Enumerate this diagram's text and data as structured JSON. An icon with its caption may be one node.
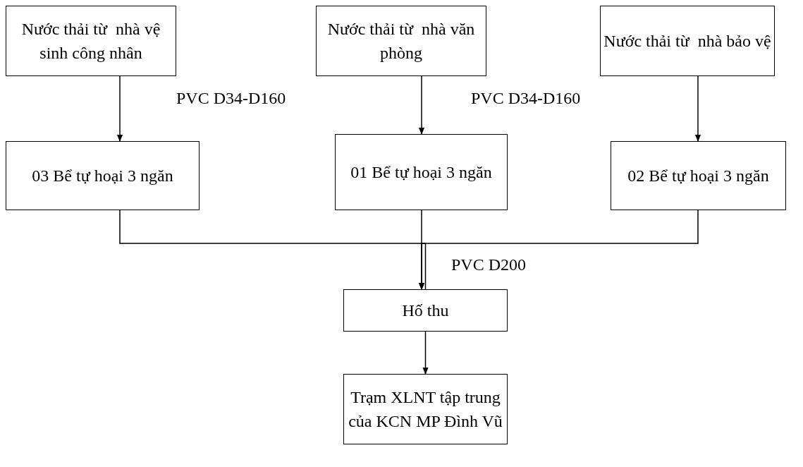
{
  "diagram": {
    "nodes": [
      {
        "text": [
          "Nước thải từ  nhà vệ sinh công nhân"
        ]
      },
      {
        "text": [
          "Nước thải từ  nhà văn phòng"
        ]
      },
      {
        "text": [
          "Nước thải từ  nhà bảo vệ"
        ]
      },
      {
        "text": [
          "03 Bể tự hoại 3 ngăn"
        ]
      },
      {
        "text": [
          "01 Bể tự hoại 3 ngăn"
        ]
      },
      {
        "text": [
          "02 Bể tự hoại 3 ngăn"
        ]
      },
      {
        "text": [
          "Hố thu"
        ]
      },
      {
        "text": [
          "Trạm XLNT tập trung của KCN MP Đình Vũ"
        ]
      }
    ],
    "edges": [
      {
        "from": 0,
        "to": 3,
        "arrow": "to"
      },
      {
        "from": 1,
        "to": 4,
        "arrow": "to"
      },
      {
        "from": 2,
        "to": 5,
        "arrow": "to"
      },
      {
        "from": 3,
        "to": 6,
        "arrow": "to"
      },
      {
        "from": 4,
        "to": 6,
        "arrow": "to"
      },
      {
        "from": 5,
        "to": 6,
        "arrow": "to"
      },
      {
        "from": 6,
        "to": 7,
        "arrow": "to"
      }
    ],
    "labels": [
      "PVC D34-D160",
      "PVC D34-D160",
      "PVC D200"
    ]
  }
}
